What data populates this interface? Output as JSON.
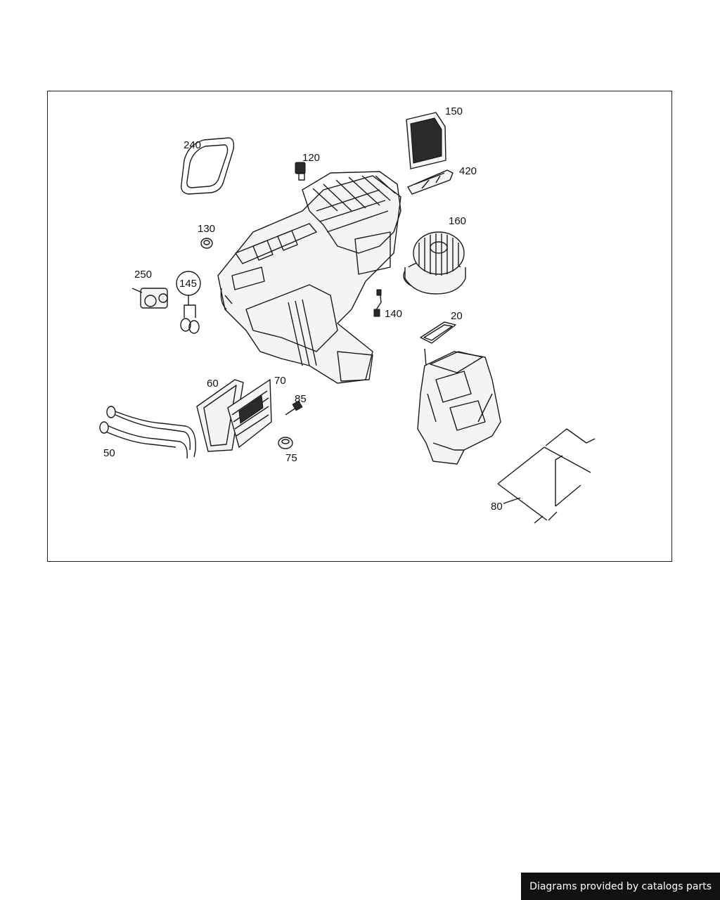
{
  "callouts": {
    "c20": "20",
    "c50": "50",
    "c60": "60",
    "c70": "70",
    "c75": "75",
    "c80": "80",
    "c85": "85",
    "c120": "120",
    "c130": "130",
    "c140": "140",
    "c145": "145",
    "c150": "150",
    "c160": "160",
    "c240": "240",
    "c250": "250",
    "c420": "420"
  },
  "footer": {
    "credit": "Diagrams provided by catalogs parts"
  }
}
